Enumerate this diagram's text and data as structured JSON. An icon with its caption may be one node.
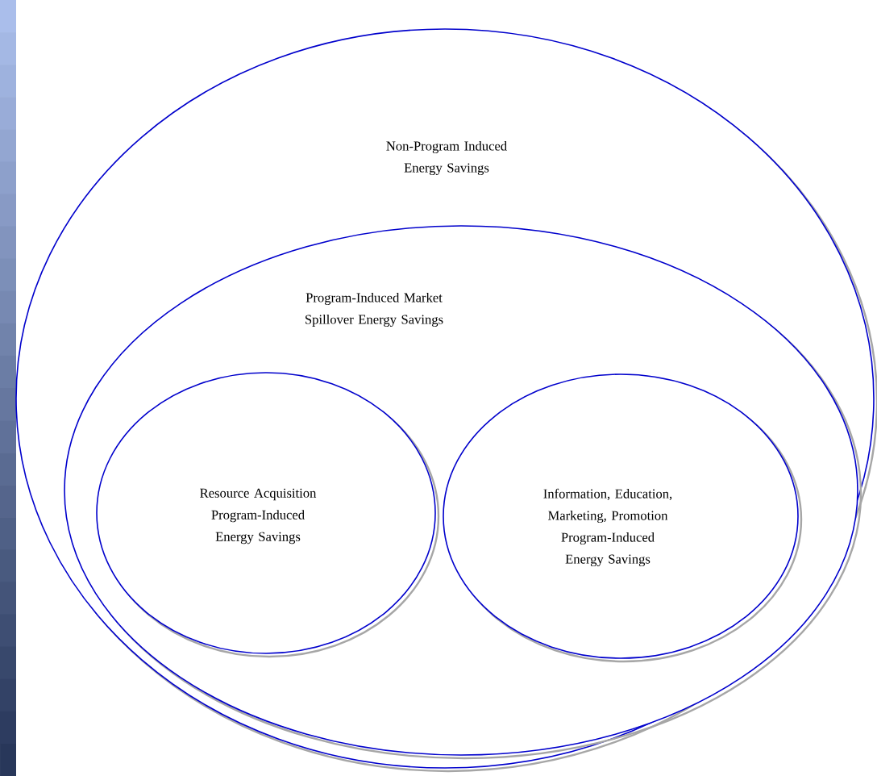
{
  "diagram": {
    "nodes": [
      {
        "text": [
          "Non-Program Induced Energy Savings"
        ]
      },
      {
        "text": [
          "Program-Induced Market Spillover Energy Savings"
        ],
        "in": 0
      },
      {
        "text": [
          "Resource Acquisition Program-Induced Energy Savings"
        ],
        "in": 1
      },
      {
        "text": [
          "Information, Education, Marketing, Promotion Program-Induced Energy Savings"
        ],
        "in": 1
      }
    ]
  }
}
